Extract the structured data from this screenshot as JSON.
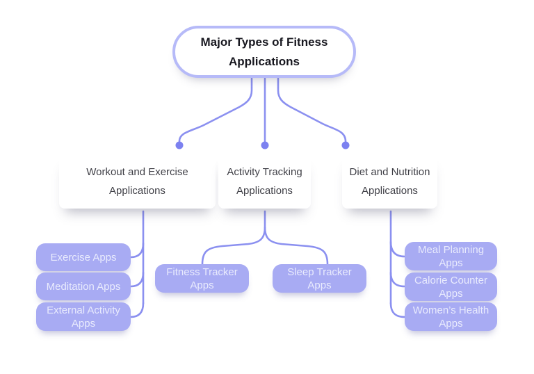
{
  "colors": {
    "background": "#ffffff",
    "node_border": "#b6baf8",
    "connector": "#8b90f0",
    "dot": "#7c81f0",
    "box_fill": "#a8abf3",
    "box_text": "#e9ebfd",
    "label_text": "#3f3f46",
    "root_text": "#17171f"
  },
  "root": {
    "label": "Major Types of Fitness Applications"
  },
  "branches": [
    {
      "label": "Workout and Exercise Applications",
      "children": [
        "Exercise Apps",
        "Meditation Apps",
        "External Activity Apps"
      ]
    },
    {
      "label": "Activity Tracking Applications",
      "children": [
        "Fitness Tracker Apps",
        "Sleep Tracker Apps"
      ]
    },
    {
      "label": "Diet and Nutrition Applications",
      "children": [
        "Meal Planning Apps",
        "Calorie Counter Apps",
        "Women’s Health Apps"
      ]
    }
  ]
}
